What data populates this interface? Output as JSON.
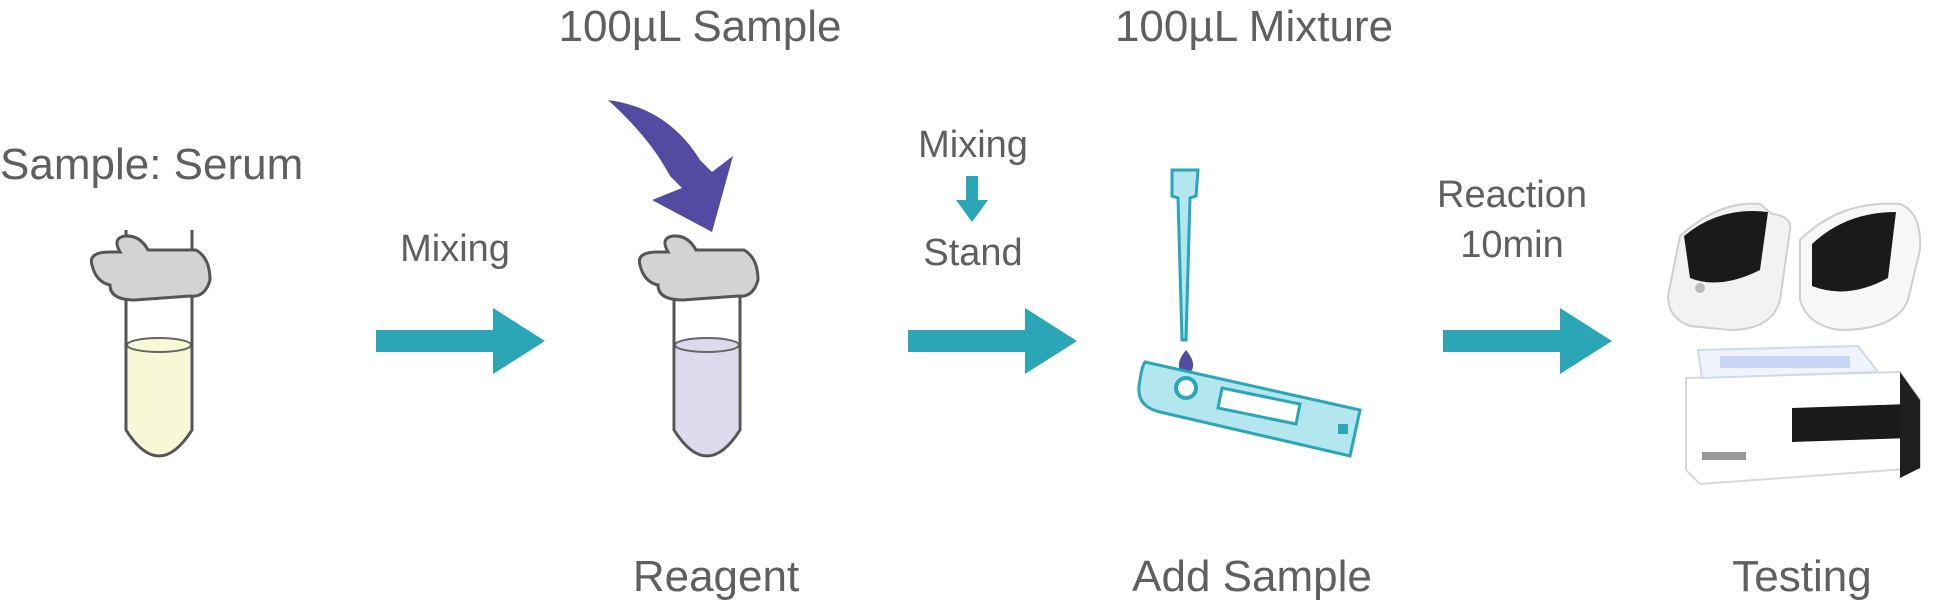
{
  "labels": {
    "sample_serum": "Sample: Serum",
    "sample_volume": "100µL Sample",
    "mixture_volume": "100µL Mixture",
    "mixing_1": "Mixing",
    "mixing_2": "Mixing",
    "stand": "Stand",
    "reaction": "Reaction",
    "reaction_time": "10min",
    "reagent": "Reagent",
    "add_sample": "Add Sample",
    "testing": "Testing"
  },
  "colors": {
    "arrow": "#2aa6b7",
    "purple_arrow": "#534aa2",
    "serum_liquid": "#f7f8d6",
    "reagent_liquid": "#dcdaec",
    "cap": "#d3d3d3",
    "strip": "#b3e6ee",
    "drop": "#534aa2"
  },
  "icons": [
    "serum-tube-icon",
    "reagent-tube-icon",
    "purple-curved-arrow-icon",
    "pipette-icon",
    "test-strip-icon",
    "handheld-analyzer-icon",
    "desktop-analyzer-icon"
  ]
}
